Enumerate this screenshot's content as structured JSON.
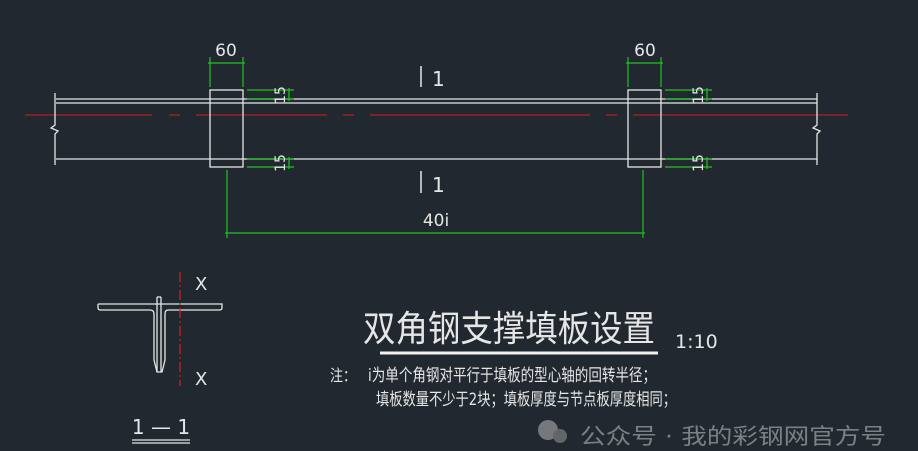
{
  "colors": {
    "background": "#212830",
    "line": "#e6e6e6",
    "dimension": "#22c022",
    "centerline": "#d42020"
  },
  "elevation": {
    "plate_width_left": "60",
    "plate_width_right": "60",
    "gap_top_left": "15",
    "gap_bottom_left": "15",
    "gap_top_right": "15",
    "gap_bottom_right": "15",
    "section_mark_top": "1",
    "section_mark_bottom": "1",
    "spacing": "40i"
  },
  "section": {
    "axis_top": "X",
    "axis_bottom": "X",
    "label": "1 — 1"
  },
  "title": {
    "text": "双角钢支撑填板设置",
    "scale": "1:10"
  },
  "notes": {
    "prefix": "注：",
    "line1": "i为单个角钢对平行于填板的型心轴的回转半径；",
    "line2": "填板数量不少于2块；填板厚度与节点板厚度相同；"
  },
  "watermark": {
    "text": "公众号 · 我的彩钢网官方号"
  }
}
